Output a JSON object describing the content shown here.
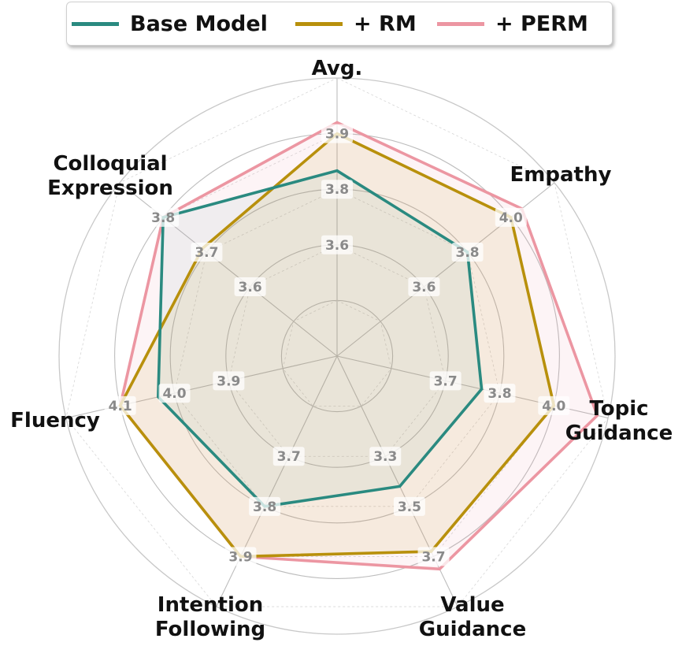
{
  "chart_data": {
    "type": "radar",
    "axes": [
      "Avg.",
      "Empathy",
      "Topic\nGuidance",
      "Value\nGuidance",
      "Intention\nFollowing",
      "Fluency",
      "Colloquial\nExpression"
    ],
    "tick_labels": [
      [
        "3.6",
        "3.8",
        "3.9"
      ],
      [
        "3.6",
        "3.8",
        "4.0"
      ],
      [
        "3.7",
        "3.8",
        "4.0"
      ],
      [
        "3.3",
        "3.5",
        "3.7"
      ],
      [
        "3.7",
        "3.8",
        "3.9"
      ],
      [
        "3.9",
        "4.0",
        "4.1"
      ],
      [
        "3.6",
        "3.7",
        "3.8"
      ]
    ],
    "series": [
      {
        "name": "Base Model",
        "color": "#2a8a80",
        "values": [
          3.8,
          3.8,
          3.8,
          3.42,
          3.8,
          4.03,
          3.8
        ]
      },
      {
        "name": "+ RM",
        "color": "#b8900c",
        "values": [
          3.9,
          4.0,
          4.0,
          3.68,
          3.9,
          4.1,
          3.71
        ]
      },
      {
        "name": "+ PERM",
        "color": "#ec96a2",
        "values": [
          3.93,
          4.05,
          4.12,
          3.75,
          3.9,
          4.1,
          3.8
        ]
      }
    ],
    "grid": true,
    "legend_position": "top"
  }
}
